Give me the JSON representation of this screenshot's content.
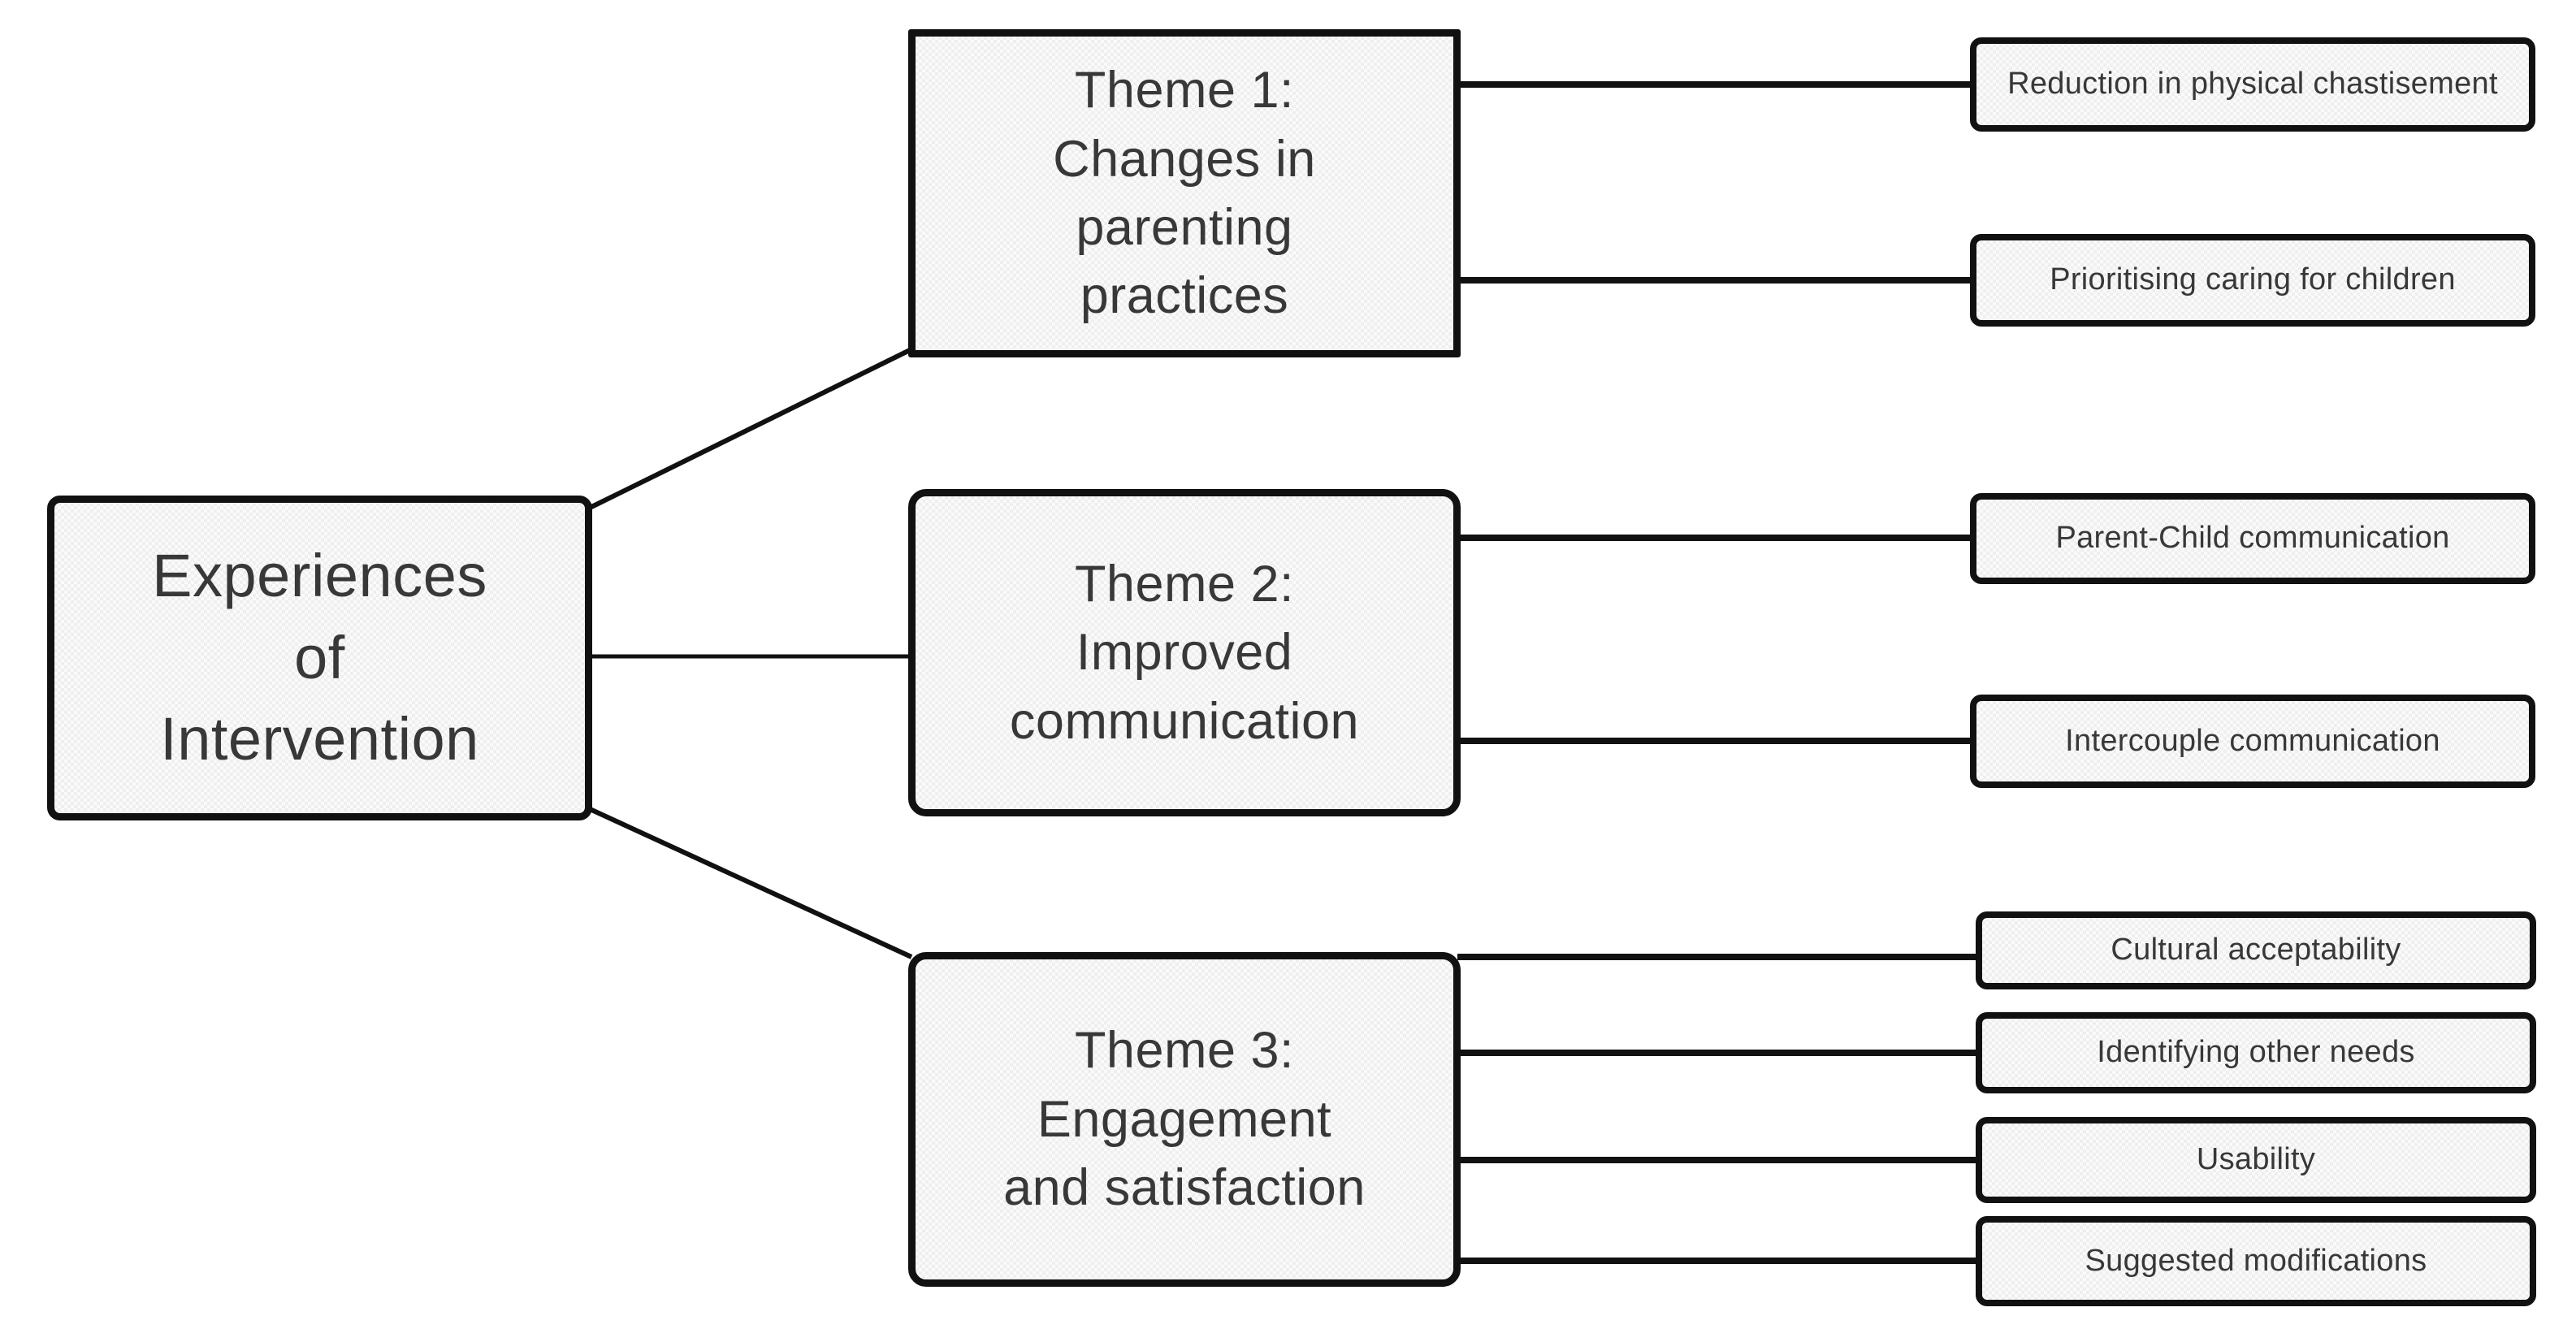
{
  "diagram": {
    "title": "Thematic map of experiences of intervention",
    "root": {
      "label": "Experiences\nof\nIntervention"
    },
    "themes": [
      {
        "id": "theme-1",
        "label": "Theme 1:\nChanges in\nparenting\npractices"
      },
      {
        "id": "theme-2",
        "label": "Theme 2:\nImproved\ncommunication"
      },
      {
        "id": "theme-3",
        "label": "Theme 3:\nEngagement and satisfaction"
      }
    ],
    "theme_display": [
      {
        "label": "Theme 1:\nChanges in\nparenting\npractices"
      },
      {
        "label": "Theme 2:\nImproved\ncommunication"
      },
      {
        "label": "Theme 3:\nEngagement\nand satisfaction"
      }
    ],
    "subthemes": [
      {
        "parent": "theme-1",
        "label": "Reduction in physical chastisement"
      },
      {
        "parent": "theme-1",
        "label": "Prioritising caring for children"
      },
      {
        "parent": "theme-2",
        "label": "Parent-Child communication"
      },
      {
        "parent": "theme-2",
        "label": "Intercouple communication"
      },
      {
        "parent": "theme-3",
        "label": "Cultural acceptability"
      },
      {
        "parent": "theme-3",
        "label": "Identifying other needs"
      },
      {
        "parent": "theme-3",
        "label": "Usability"
      },
      {
        "parent": "theme-3",
        "label": "Suggested modifications"
      }
    ],
    "style": {
      "node_fill": "#f5f5f5",
      "node_border": "#111111",
      "connector_color": "#111111",
      "text_color": "#383838",
      "background": "#ffffff"
    }
  }
}
